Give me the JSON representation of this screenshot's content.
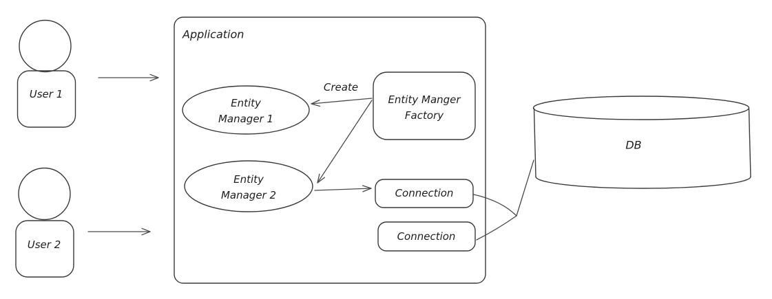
{
  "diagram": {
    "colors": {
      "stroke": "#3a3a3a",
      "edge": "#4a4a4a",
      "text": "#1e1e1e",
      "background": "#ffffff"
    },
    "application": {
      "title": "Application"
    },
    "users": [
      {
        "icon": "person-icon",
        "label": "User 1"
      },
      {
        "icon": "person-icon",
        "label": "User 2"
      }
    ],
    "entity_managers": [
      {
        "line1": "Entity",
        "line2": "Manager 1"
      },
      {
        "line1": "Entity",
        "line2": "Manager 2"
      }
    ],
    "factory": {
      "line1": "Entity Manger",
      "line2": "Factory"
    },
    "create_label": "Create",
    "connections": [
      {
        "label": "Connection"
      },
      {
        "label": "Connection"
      }
    ],
    "db": {
      "icon": "database-cylinder-icon",
      "label": "DB"
    }
  }
}
